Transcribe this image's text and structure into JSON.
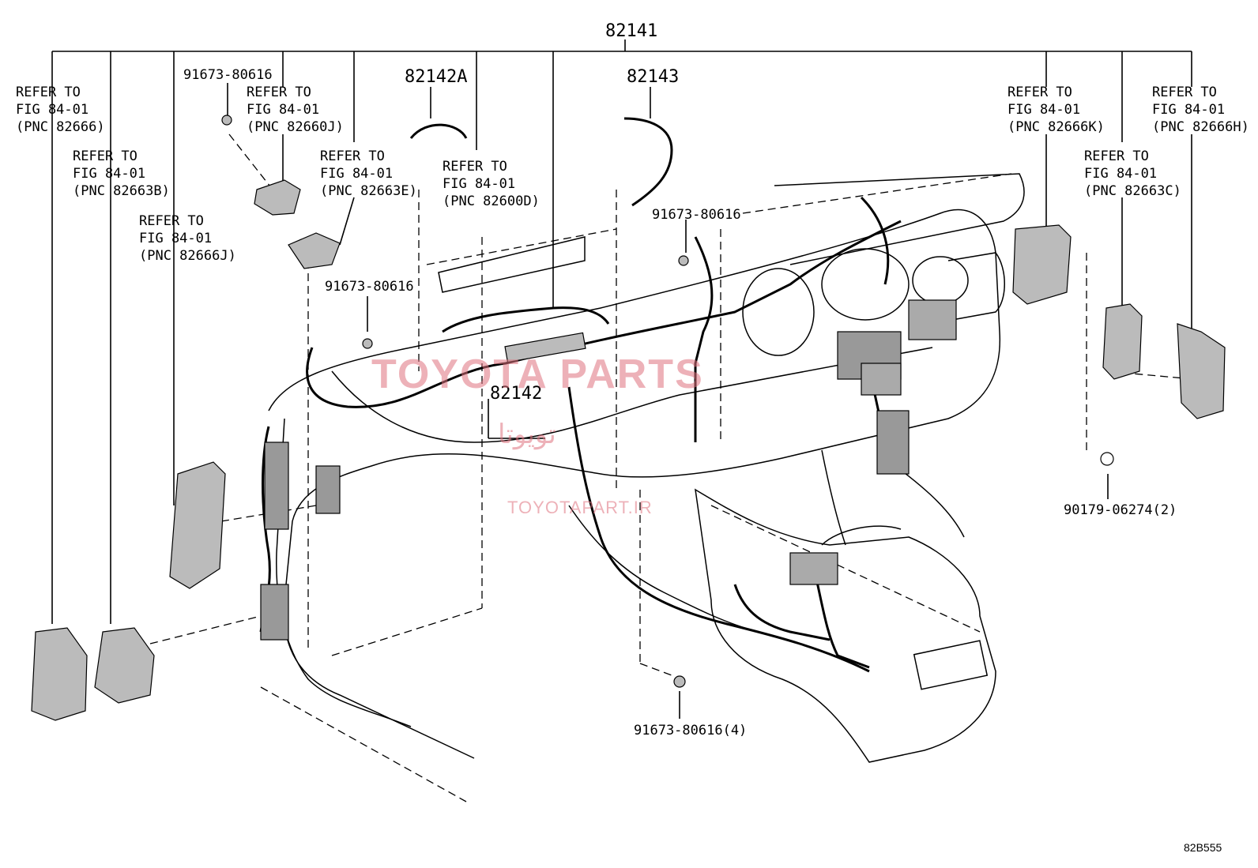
{
  "diagram_code": "82B555",
  "parts": {
    "main_harness": "82141",
    "harness_82142A": "82142A",
    "harness_82143": "82143",
    "harness_82142": "82142",
    "bolt_top_left": "91673-80616",
    "bolt_mid_left": "91673-80616",
    "bolt_center": "91673-80616",
    "bolt_bottom": "91673-80616(4)",
    "clip_right": "90179-06274(2)"
  },
  "references": {
    "r1": {
      "line1": "REFER TO",
      "line2": "FIG 84-01",
      "line3": "(PNC 82666)"
    },
    "r2": {
      "line1": "REFER TO",
      "line2": "FIG 84-01",
      "line3": "(PNC 82663B)"
    },
    "r3": {
      "line1": "REFER TO",
      "line2": "FIG 84-01",
      "line3": "(PNC 82666J)"
    },
    "r4": {
      "line1": "REFER TO",
      "line2": "FIG 84-01",
      "line3": "(PNC 82660J)"
    },
    "r5": {
      "line1": "REFER TO",
      "line2": "FIG 84-01",
      "line3": "(PNC 82663E)"
    },
    "r6": {
      "line1": "REFER TO",
      "line2": "FIG 84-01",
      "line3": "(PNC 82600D)"
    },
    "r7": {
      "line1": "REFER TO",
      "line2": "FIG 84-01",
      "line3": "(PNC 82666K)"
    },
    "r8": {
      "line1": "REFER TO",
      "line2": "FIG 84-01",
      "line3": "(PNC 82663C)"
    },
    "r9": {
      "line1": "REFER TO",
      "line2": "FIG 84-01",
      "line3": "(PNC 82666H)"
    }
  },
  "watermark": {
    "line1": "TOYOTA PARTS",
    "line2": "تویوتا",
    "line3": "TOYOTAPART.IR",
    "color": "#e0737f"
  }
}
